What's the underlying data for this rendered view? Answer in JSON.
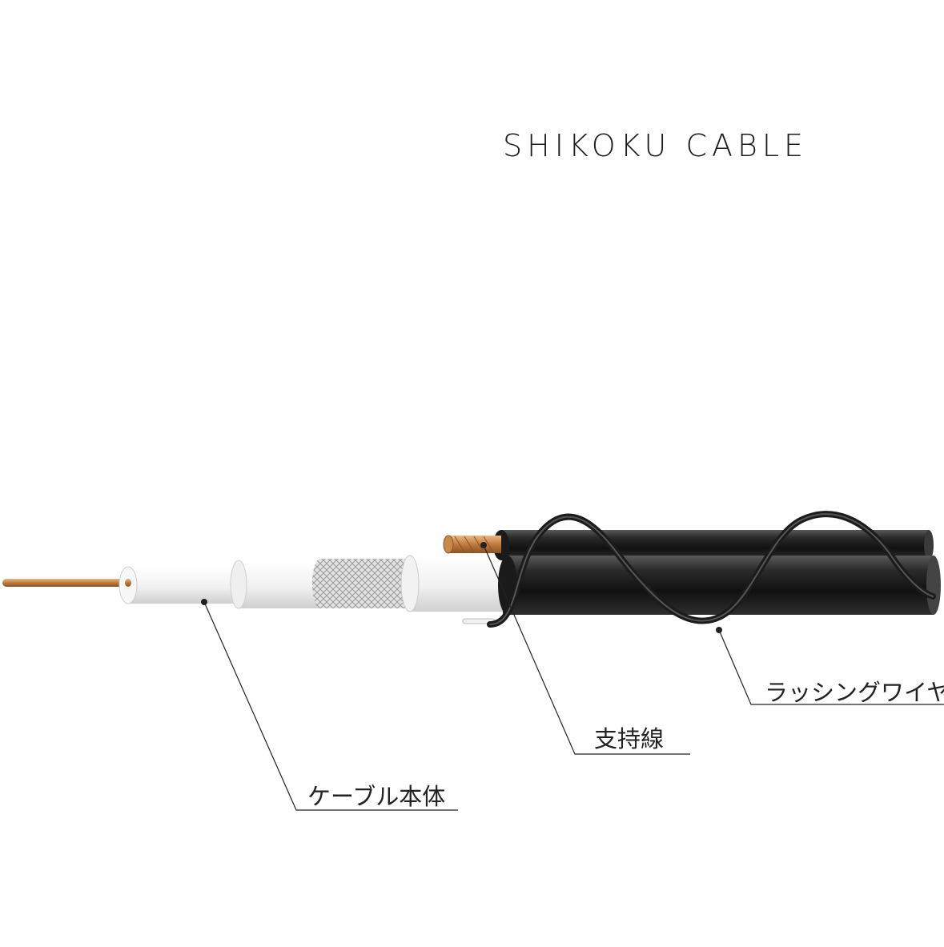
{
  "brand": {
    "name": "SHIKOKU CABLE"
  },
  "callouts": {
    "cable_body": "ケーブル本体",
    "support_wire": "支持線",
    "lashing_wire": "ラッシングワイヤー"
  },
  "colors": {
    "copper": "#c88a4a",
    "jacket_black": "#1e1e1e",
    "insulation_white": "#f4f4f4",
    "leader_line": "#222222"
  }
}
